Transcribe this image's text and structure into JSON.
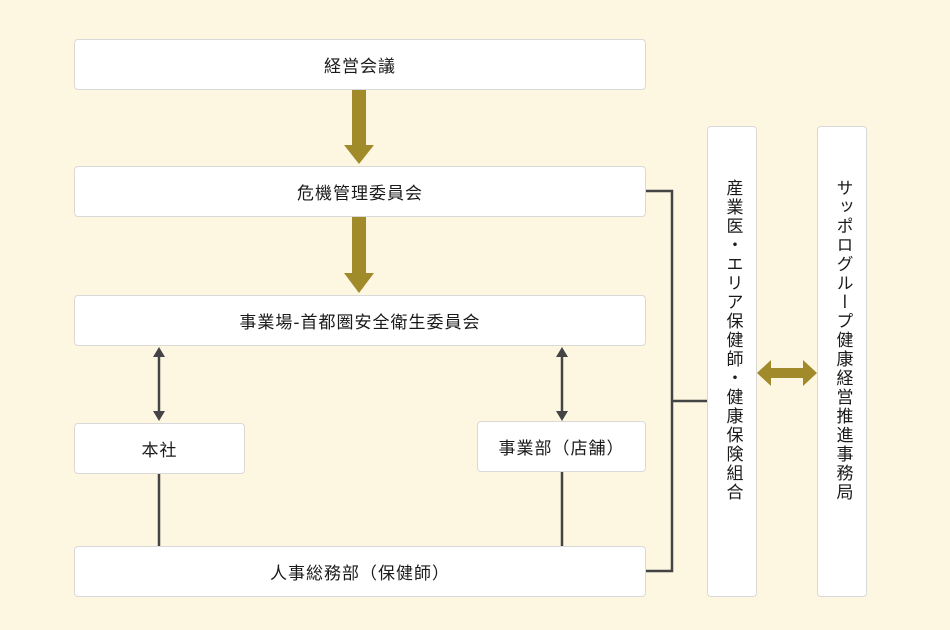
{
  "diagram": {
    "nodes": {
      "management_meeting": "経営会議",
      "crisis_committee": "危機管理委員会",
      "safety_committee": "事業場-首都圏安全衛生委員会",
      "head_office": "本社",
      "business_division": "事業部（店舗）",
      "hr_department": "人事総務部（保健師）",
      "health_staff": "産業医・エリア保健師・健康保険組合",
      "group_office": "サッポログループ健康経営推進事務局"
    },
    "colors": {
      "background": "#fdf7e1",
      "box_fill": "#ffffff",
      "box_border": "#d9d9d9",
      "gold_arrow": "#a08a2a",
      "line": "#444444"
    }
  }
}
